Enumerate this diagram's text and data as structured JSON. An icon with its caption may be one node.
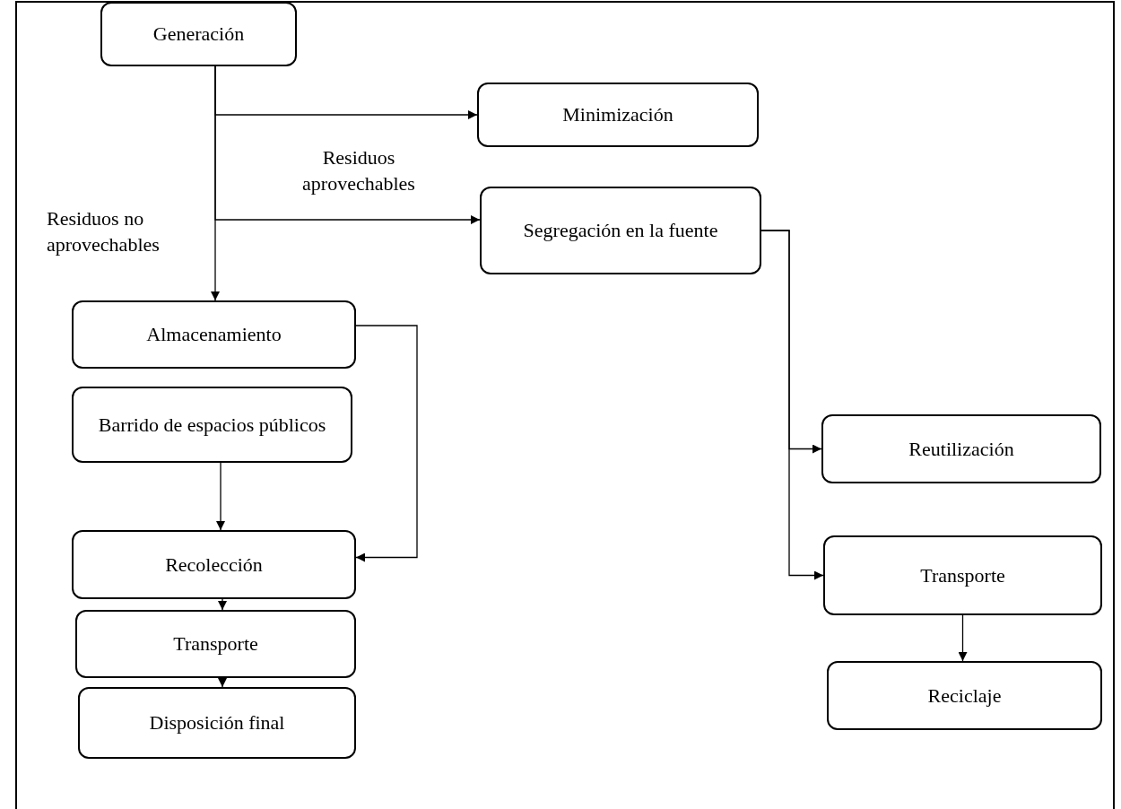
{
  "diagram": {
    "nodes": [
      {
        "text": [
          "Generación"
        ]
      },
      {
        "text": [
          "Minimización"
        ]
      },
      {
        "text": [
          "Segregación en la fuente"
        ]
      },
      {
        "text": [
          "Almacenamiento"
        ]
      },
      {
        "text": [
          "Barrido de espacios públicos"
        ]
      },
      {
        "text": [
          "Recolección"
        ]
      },
      {
        "text": [
          "Transporte"
        ]
      },
      {
        "text": [
          "Disposición final"
        ]
      },
      {
        "text": [
          "Reutilización"
        ]
      },
      {
        "text": [
          "Transporte"
        ]
      },
      {
        "text": [
          "Reciclaje"
        ]
      }
    ],
    "edges": [
      {
        "from": 0,
        "to": 1,
        "arrow": "to"
      },
      {
        "from": 0,
        "to": 2,
        "arrow": "to",
        "label": "Residuos aprovechables"
      },
      {
        "from": 0,
        "to": 3,
        "arrow": "to",
        "label": "Residuos no aprovechables"
      },
      {
        "from": 3,
        "to": 5,
        "arrow": "to"
      },
      {
        "from": 4,
        "to": 5,
        "arrow": "to"
      },
      {
        "from": 5,
        "to": 6,
        "arrow": "to"
      },
      {
        "from": 6,
        "to": 7,
        "arrow": "to"
      },
      {
        "from": 2,
        "to": 8,
        "arrow": "to"
      },
      {
        "from": 2,
        "to": 9,
        "arrow": "to"
      },
      {
        "from": 9,
        "to": 10,
        "arrow": "to"
      }
    ]
  }
}
